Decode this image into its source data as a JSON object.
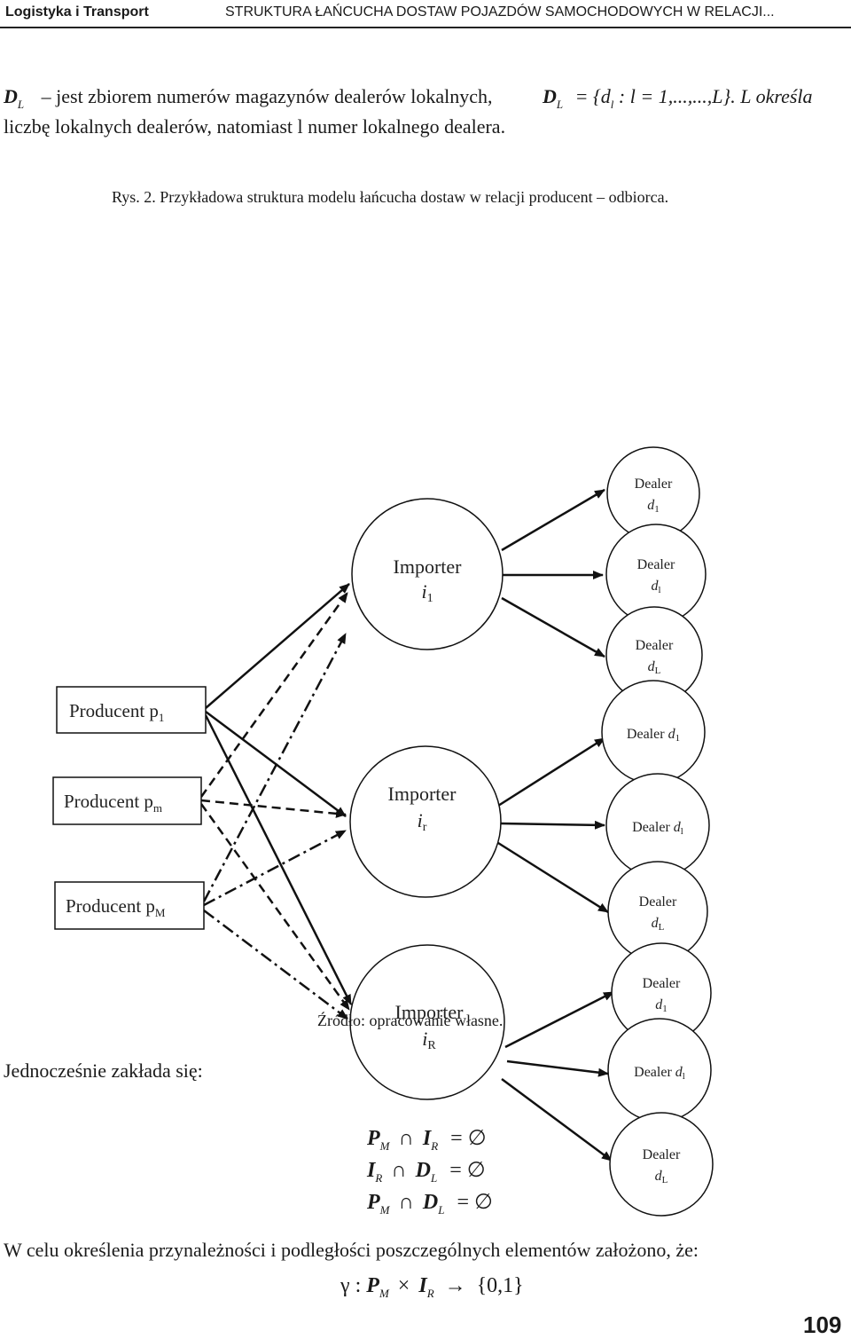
{
  "header": {
    "journal": "Logistyka i Transport",
    "running_title": "STRUKTURA ŁAŃCUCHA DOSTAW POJAZDÓW SAMOCHODOWYCH W RELACJI..."
  },
  "intro": {
    "symbol": "D",
    "symbol_sub": "L",
    "line1_text": "– jest zbiorem numerów magazynów dealerów lokalnych,",
    "set_def": "= {d",
    "set_sub": "l",
    "set_cond": ":   l = 1,...,...,L}.",
    "line1_tail": "L określa",
    "line2": "liczbę lokalnych dealerów, natomiast l numer lokalnego dealera."
  },
  "figure": {
    "caption": "Rys. 2. Przykładowa struktura modelu łańcucha dostaw w relacji producent – odbiorca.",
    "source": "Źródło: opracowanie własne.",
    "producers": [
      {
        "label": "Producent p",
        "sub": "1"
      },
      {
        "label": "Producent p",
        "sub": "m"
      },
      {
        "label": "Producent p",
        "sub": "M"
      }
    ],
    "importers": [
      {
        "label": "Importer",
        "id": "i",
        "sub": "1"
      },
      {
        "label": "Importer",
        "id": "i",
        "sub": "r"
      },
      {
        "label": "Importer",
        "id": "i",
        "sub": "R"
      }
    ],
    "dealers": [
      {
        "label": "Dealer",
        "id": "d",
        "sub": "1"
      },
      {
        "label": "Dealer",
        "id": "d",
        "sub": "l"
      },
      {
        "label": "Dealer",
        "id": "d",
        "sub": "L"
      },
      {
        "label": "Dealer",
        "id": "d",
        "sub": "1"
      },
      {
        "label": "Dealer",
        "id": "d",
        "sub": "l"
      },
      {
        "label": "Dealer",
        "id": "d",
        "sub": "L"
      },
      {
        "label": "Dealer",
        "id": "d",
        "sub": "1"
      },
      {
        "label": "Dealer",
        "id": "d",
        "sub": "l"
      },
      {
        "label": "Dealer",
        "id": "d",
        "sub": "L"
      }
    ]
  },
  "body": {
    "assumption": "Jednocześnie zakłada się:",
    "equations": [
      {
        "a": "P",
        "a_sub": "M",
        "op": "∩",
        "b": "I",
        "b_sub": "R",
        "rhs": "= ∅"
      },
      {
        "a": "I",
        "a_sub": "R",
        "op": "∩",
        "b": "D",
        "b_sub": "L",
        "rhs": "= ∅"
      },
      {
        "a": "P",
        "a_sub": "M",
        "op": "∩",
        "b": "D",
        "b_sub": "L",
        "rhs": "= ∅"
      }
    ],
    "para2": "W celu określenia przynależności i podległości poszczególnych elementów założono, że:",
    "gamma": {
      "lhs": "γ :",
      "a": "P",
      "a_sub": "M",
      "op": "×",
      "b": "I",
      "b_sub": "R",
      "arrow": "→",
      "rhs": "{0,1}"
    }
  },
  "page_number": "109"
}
